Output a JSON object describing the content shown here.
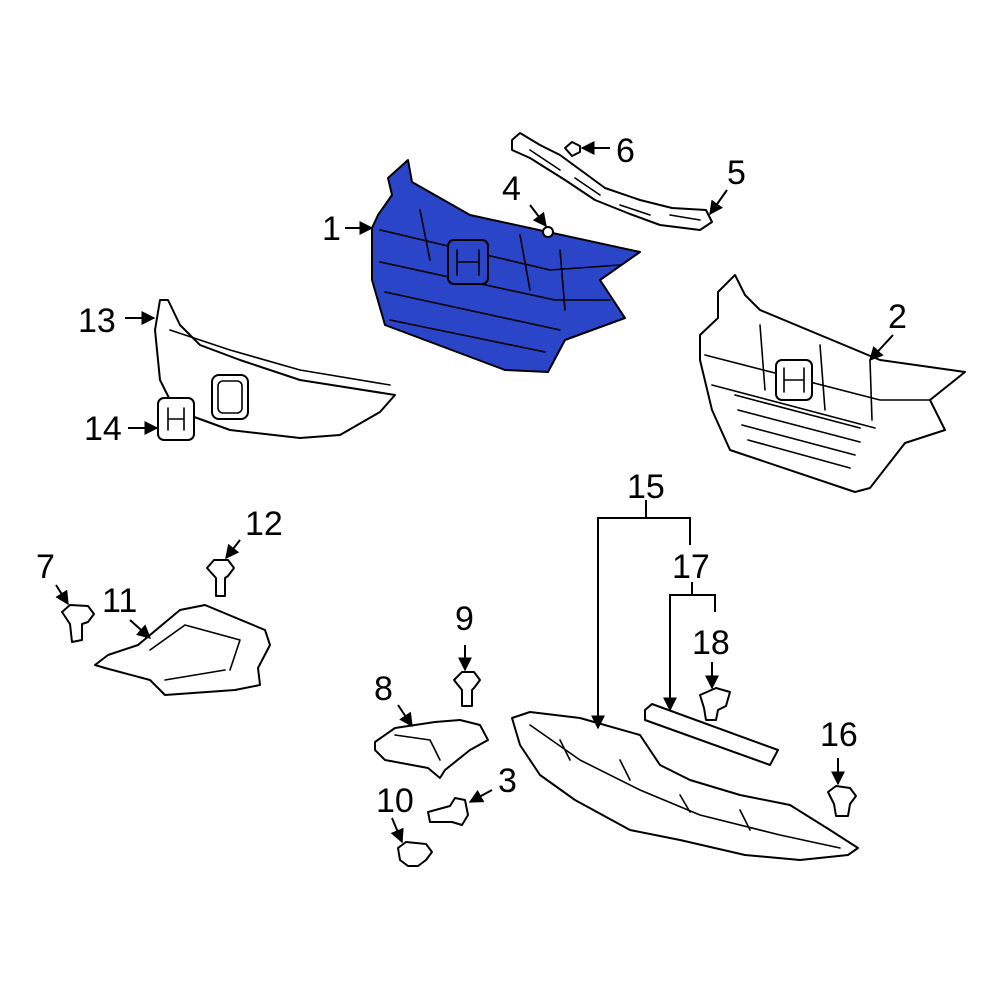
{
  "diagram": {
    "callouts": {
      "c1": "1",
      "c2": "2",
      "c3": "3",
      "c4": "4",
      "c5": "5",
      "c6": "6",
      "c7": "7",
      "c8": "8",
      "c9": "9",
      "c10": "10",
      "c11": "11",
      "c12": "12",
      "c13": "13",
      "c14": "14",
      "c15": "15",
      "c16": "16",
      "c17": "17",
      "c18": "18"
    },
    "colors": {
      "highlight": "#2a45c8",
      "line": "#000000",
      "background": "#ffffff"
    }
  }
}
